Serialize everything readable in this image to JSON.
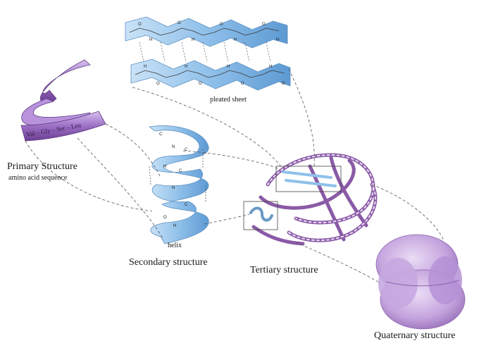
{
  "labels": {
    "primary_title": "Primary Structure",
    "primary_sub": "amino acid sequence",
    "pleated_sheet": "pleated sheet",
    "helix": "helix",
    "secondary": "Secondary structure",
    "tertiary": "Tertiary structure",
    "quaternary": "Quaternary structure"
  },
  "sequence": {
    "residues": "Val – Gly – Ser – Leu"
  },
  "colors": {
    "primary_ribbon": "#9b6fc4",
    "secondary_blue": "#8fc0ea",
    "tertiary_purple": "#8a5aa6",
    "quaternary_purple": "#c4a3dd",
    "connector_line": "#555555"
  }
}
